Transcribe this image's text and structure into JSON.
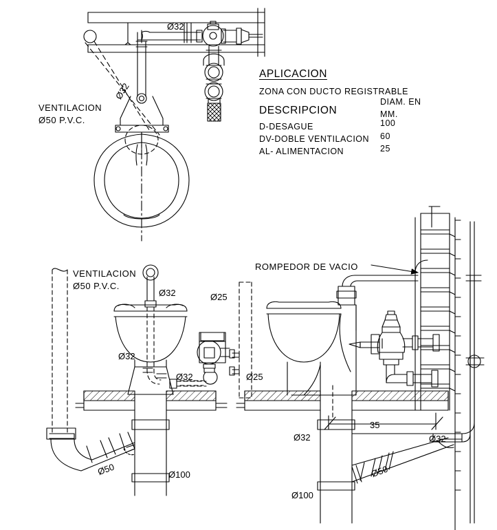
{
  "drawing": {
    "title_block": {
      "application_heading": "APLICACION",
      "zone_text": "ZONA CON DUCTO REGISTRABLE",
      "col_description": "DESCRIPCION",
      "col_diam_line1": "DIAM. EN",
      "col_diam_line2": "MM.",
      "rows": [
        {
          "description": "D-DESAGUE",
          "diam": "100"
        },
        {
          "description": "DV-DOBLE VENTILACION",
          "diam": "60"
        },
        {
          "description": "AL- ALIMENTACION",
          "diam": "25"
        }
      ]
    },
    "annotations": {
      "vent_top_line1": "VENTILACION",
      "vent_top_line2": "Ø50 P.V.C.",
      "vent_mid_line1": "VENTILACION",
      "vent_mid_line2": "Ø50 P.V.C.",
      "vacuum_breaker": "ROMPEDOR DE VACIO"
    },
    "dimensions": {
      "top_pipe": "Ø32",
      "top_leader": "Ø32",
      "lav_supply": "Ø32",
      "lav_body": "Ø32",
      "lav_trap": "Ø32",
      "valve_supply_upper": "Ø25",
      "valve_supply_lower": "Ø25",
      "waste_left": "Ø50",
      "stack_left": "Ø100",
      "stack_right_vent": "Ø32",
      "branch_right_vent": "Ø32",
      "waste_right": "Ø50",
      "stack_right": "Ø100",
      "offset_35": "35"
    },
    "colors": {
      "line": "#000000",
      "background": "#ffffff"
    }
  }
}
